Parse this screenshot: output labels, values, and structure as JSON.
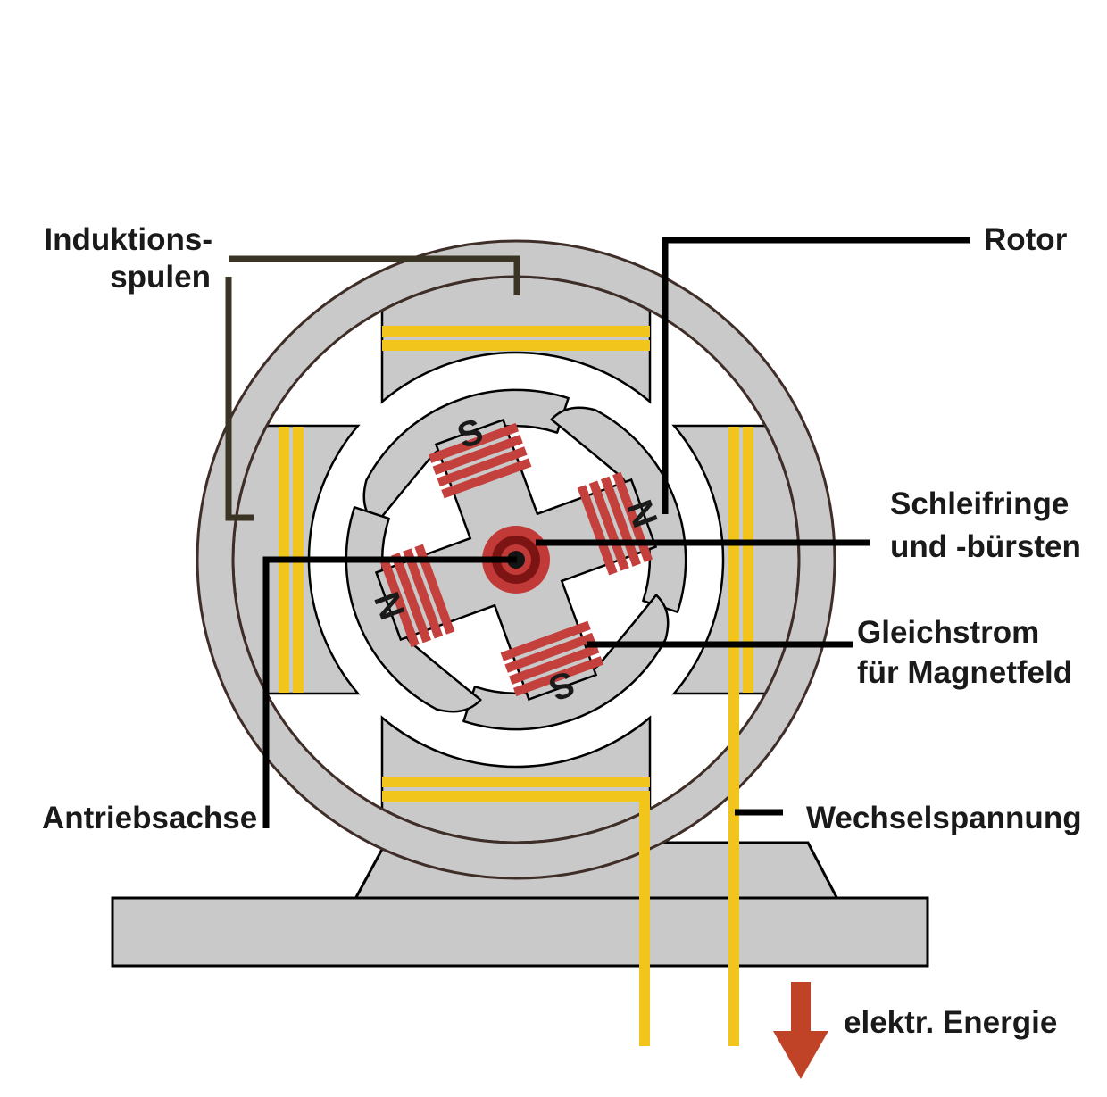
{
  "diagram": {
    "title_hidden": "",
    "labels": {
      "induction_coils_line1": "Induktions-",
      "induction_coils_line2": "spulen",
      "rotor": "Rotor",
      "slip_rings_line1": "Schleifringe",
      "slip_rings_line2": "und -bürsten",
      "dc_field_line1": "Gleichstrom",
      "dc_field_line2": "für Magnetfeld",
      "drive_shaft": "Antriebsachse",
      "ac_voltage": "Wechselspannung",
      "electric_energy": "elektr. Energie"
    },
    "rotor_poles": {
      "top": "S",
      "right": "N",
      "bottom": "S",
      "left": "N"
    },
    "colors": {
      "metal_gray": "#c9c9c9",
      "outline_black": "#000000",
      "ring_outline_brown": "#3f2e28",
      "coil_yellow": "#f2c51d",
      "coil_red": "#c4403c",
      "hub_red": "#c23a38",
      "hub_dark_red": "#7d1414",
      "hub_center_black": "#141414",
      "leader_olive": "#3a3424",
      "leader_black": "#000000",
      "arrow_red": "#c14327",
      "text_black": "#1a1a1a"
    }
  }
}
